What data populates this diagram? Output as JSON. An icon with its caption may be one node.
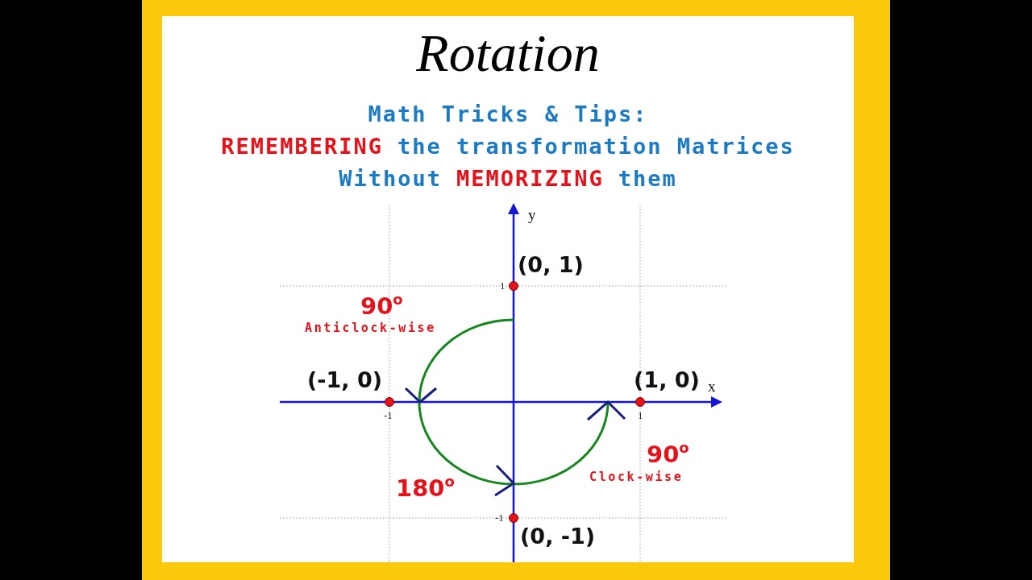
{
  "diagram": {
    "title": "Rotation",
    "labels": [
      "Math Tricks & Tips:",
      "REMEMBERING",
      "the transformation Matrices",
      "Without",
      "MEMORIZING",
      "them",
      "y",
      "(0, 1)",
      "1",
      "90$^{o}$",
      "Anticlock-wise",
      "(-1, 0)",
      "(1, 0)",
      "x",
      "-1",
      "1",
      "90$^{o}$",
      "Clock-wise",
      "180$^{o}$",
      "-1",
      "(0, -1)"
    ]
  }
}
